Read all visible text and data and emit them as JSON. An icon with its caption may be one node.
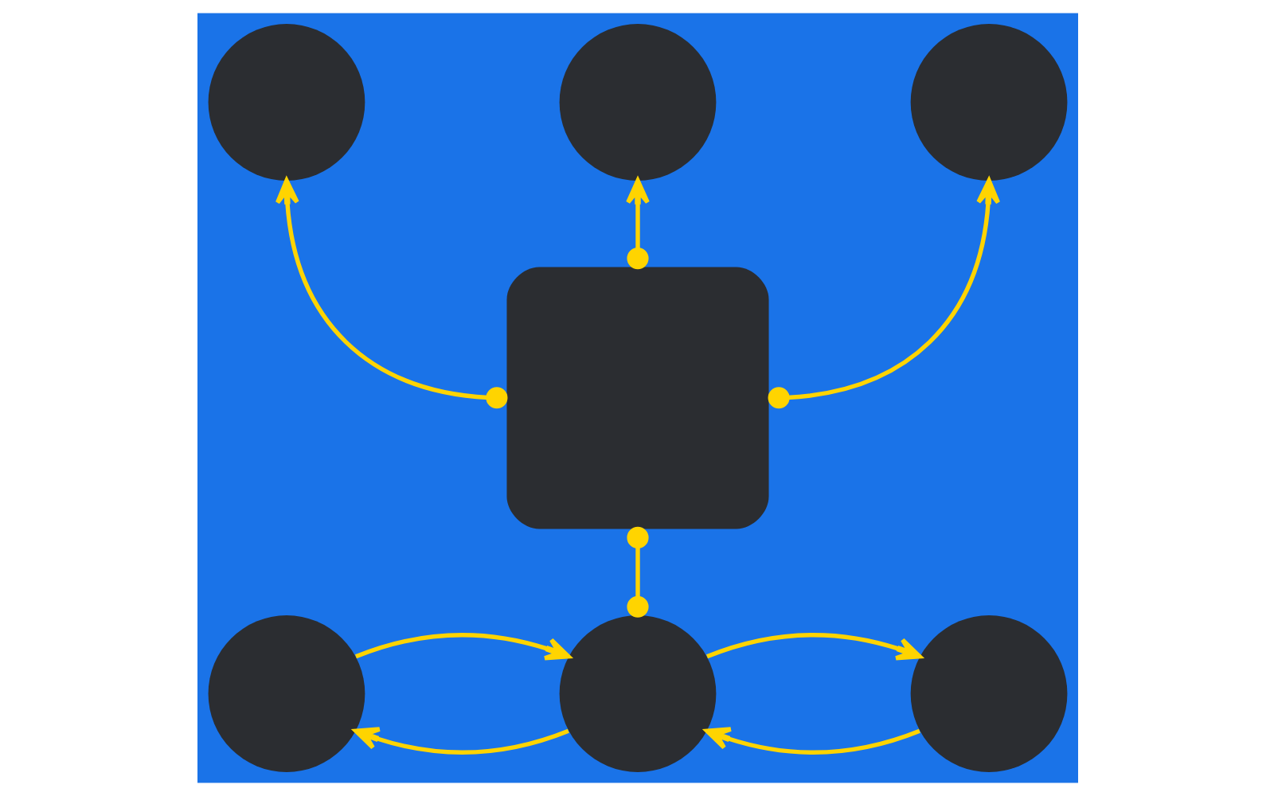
{
  "diagram": {
    "nodes": [
      {
        "text": [],
        "shape": "circle"
      },
      {
        "text": [],
        "shape": "circle"
      },
      {
        "text": [],
        "shape": "circle"
      },
      {
        "text": [],
        "shape": "box"
      },
      {
        "text": [],
        "shape": "circle"
      },
      {
        "text": [],
        "shape": "circle"
      },
      {
        "text": [],
        "shape": "circle"
      }
    ],
    "edges": [
      {
        "from": 3,
        "to": 0,
        "arrow": "to"
      },
      {
        "from": 3,
        "to": 1,
        "arrow": "to"
      },
      {
        "from": 3,
        "to": 2,
        "arrow": "to"
      },
      {
        "from": 3,
        "to": 5,
        "arrow": "other"
      },
      {
        "from": 4,
        "to": 5,
        "arrow": "to"
      },
      {
        "from": 5,
        "to": 4,
        "arrow": "to"
      },
      {
        "from": 5,
        "to": 6,
        "arrow": "to"
      },
      {
        "from": 6,
        "to": 5,
        "arrow": "to"
      }
    ]
  }
}
